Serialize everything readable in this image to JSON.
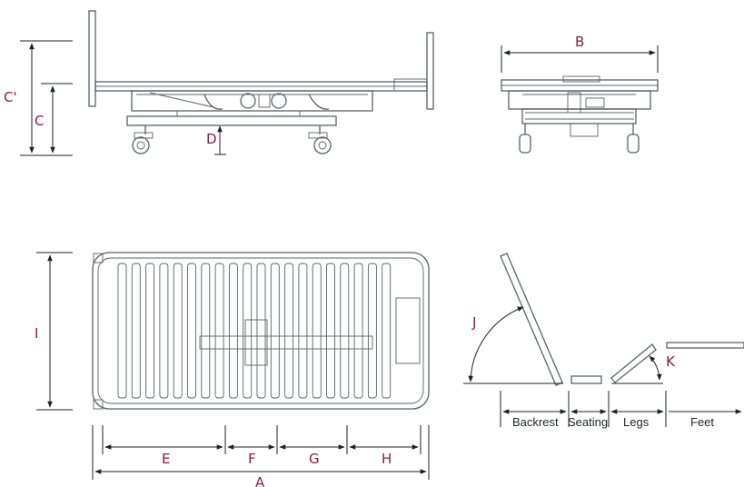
{
  "colors": {
    "label": "#8a1c45",
    "drawing": "#5b6268",
    "dimension": "#1f2226"
  },
  "labels": {
    "A": "A",
    "B": "B",
    "C": "C",
    "C_prime": "C'",
    "D": "D",
    "E": "E",
    "F": "F",
    "G": "G",
    "H": "H",
    "I": "I",
    "J": "J",
    "K": "K"
  },
  "segments": {
    "backrest": "Backrest",
    "seating": "Seating",
    "legs": "Legs",
    "feet": "Feet"
  }
}
